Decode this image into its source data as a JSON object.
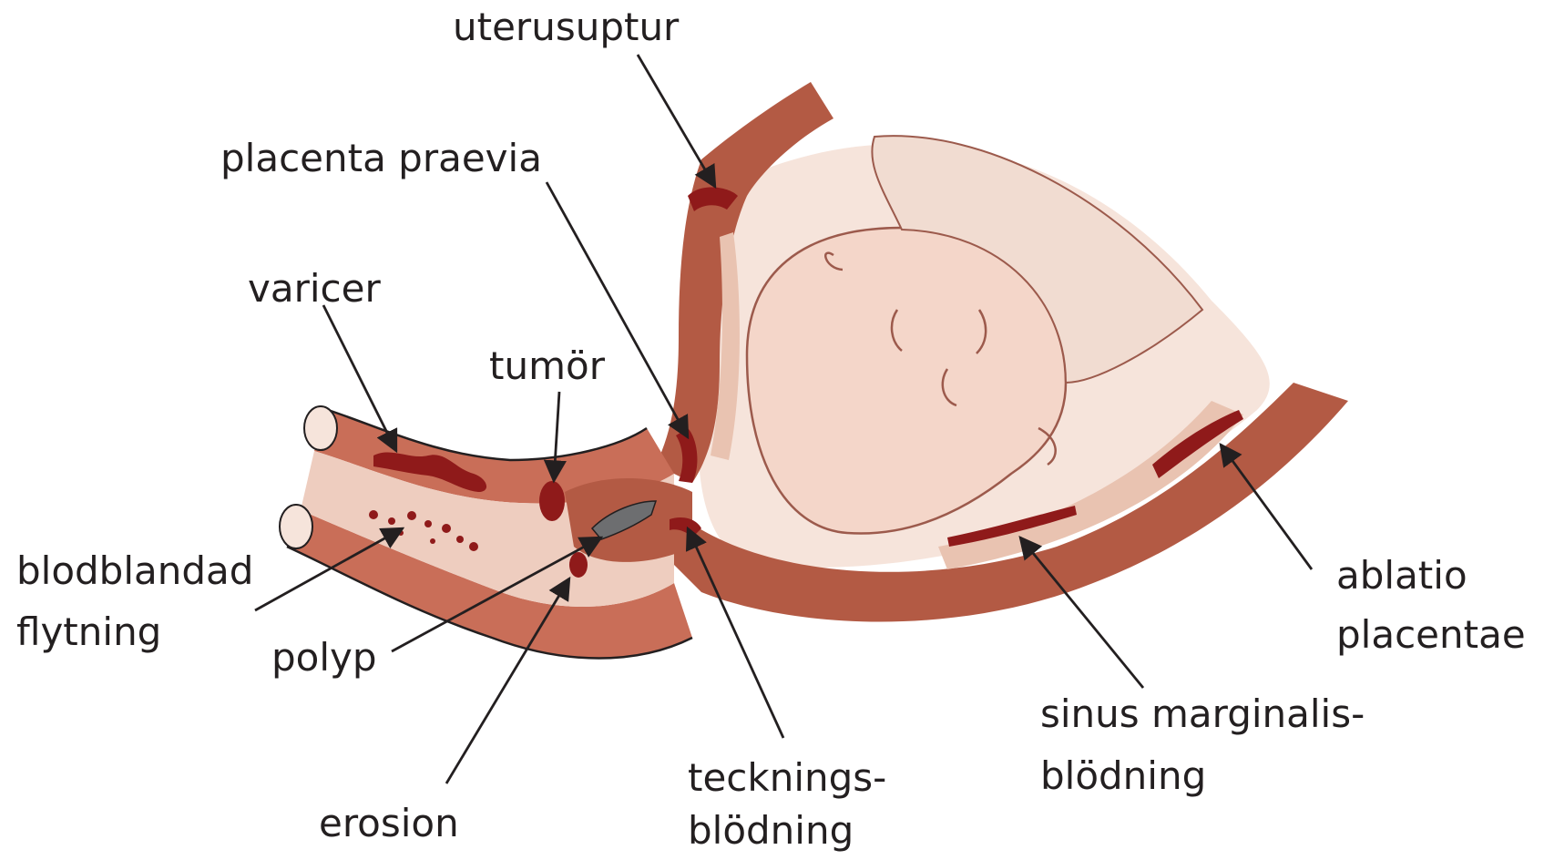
{
  "labels": {
    "uterusruptur": "uterusuptur",
    "placenta_praevia": "placenta praevia",
    "varicer": "varicer",
    "tumor": "tumör",
    "blodblandad": "blodblandad",
    "flytning": "flytning",
    "polyp": "polyp",
    "erosion": "erosion",
    "tecknings": "tecknings-",
    "teckningsblodning": "blödning",
    "sinus_marginalis": "sinus marginalis-",
    "sinus_blodning": "blödning",
    "ablatio": "ablatio",
    "placentae": "placentae"
  },
  "colors": {
    "wall": "#b35a44",
    "wall_dark": "#a04935",
    "interior": "#f6e4db",
    "lining": "#e9c3b1",
    "blood": "#8f1a1a",
    "polyp": "#6d6e70",
    "outline": "#231f20",
    "text": "#231f20"
  }
}
